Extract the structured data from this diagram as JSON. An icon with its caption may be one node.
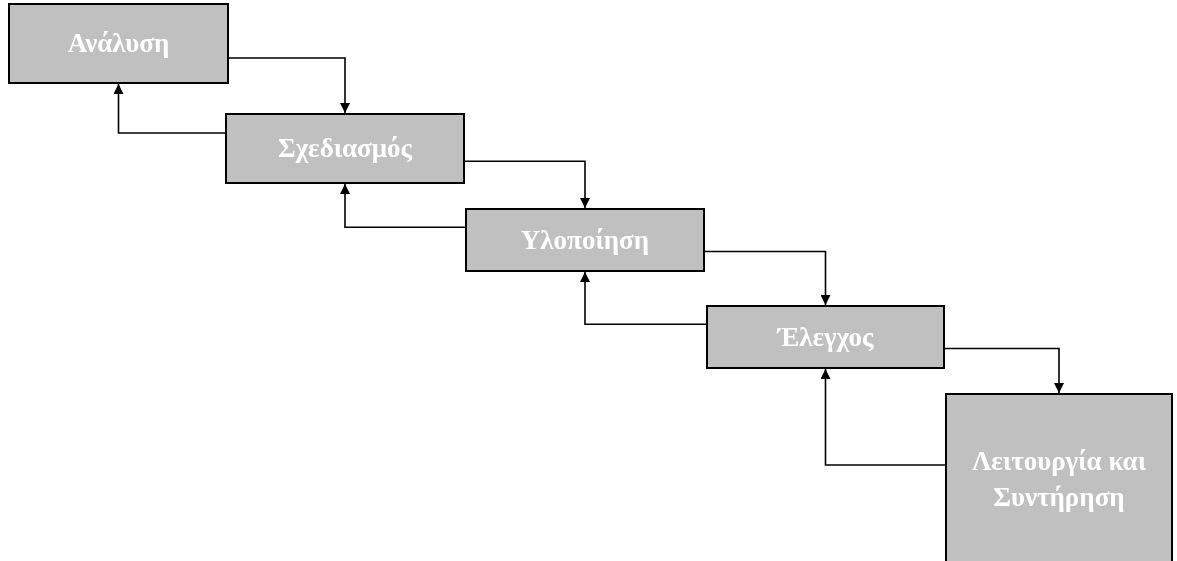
{
  "diagram": {
    "nodes": [
      {
        "text": [
          "Ανάλυση"
        ]
      },
      {
        "text": [
          "Σχεδιασμός"
        ]
      },
      {
        "text": [
          "Υλοποίηση"
        ]
      },
      {
        "text": [
          "Έλεγχος"
        ]
      },
      {
        "text": [
          "Λειτουργία και Συντήρηση"
        ]
      }
    ],
    "edges": [
      {
        "from": 0,
        "to": 1,
        "arrow": "to"
      },
      {
        "from": 1,
        "to": 0,
        "arrow": "to"
      },
      {
        "from": 1,
        "to": 2,
        "arrow": "to"
      },
      {
        "from": 2,
        "to": 1,
        "arrow": "to"
      },
      {
        "from": 2,
        "to": 3,
        "arrow": "to"
      },
      {
        "from": 3,
        "to": 2,
        "arrow": "to"
      },
      {
        "from": 3,
        "to": 4,
        "arrow": "to"
      },
      {
        "from": 4,
        "to": 3,
        "arrow": "to"
      }
    ]
  }
}
